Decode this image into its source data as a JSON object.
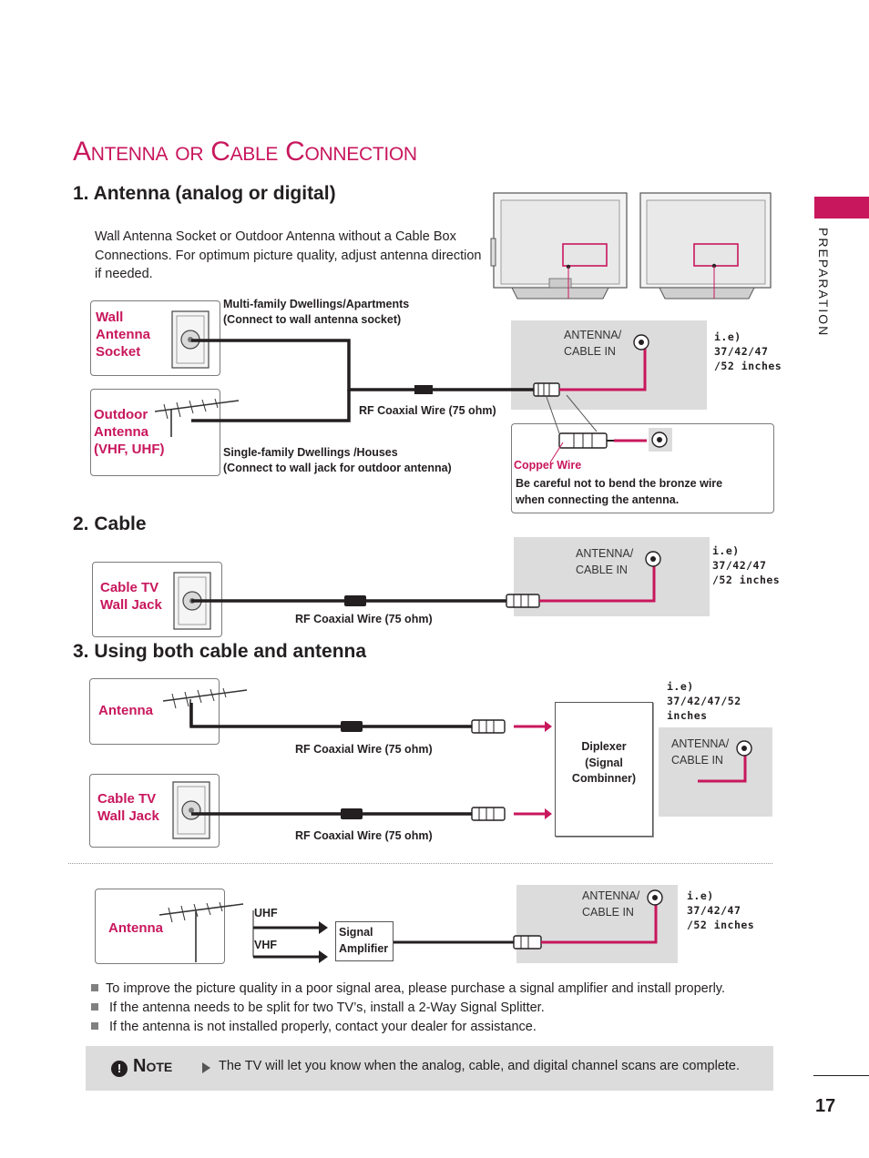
{
  "page_title": "Antenna or Cable Connection",
  "side_tab": "PREPARATION",
  "page_number": "17",
  "section1": {
    "heading": "1. Antenna (analog or digital)",
    "intro": "Wall Antenna Socket or Outdoor Antenna without a Cable Box Connections. For optimum picture quality, adjust antenna direction if needed.",
    "wall_socket_label": "Wall Antenna Socket",
    "outdoor_label": "Outdoor Antenna (VHF, UHF)",
    "multi_family_line1": "Multi-family Dwellings/Apartments",
    "multi_family_line2": "(Connect to wall antenna socket)",
    "single_family_line1": "Single-family Dwellings /Houses",
    "single_family_line2": "(Connect to wall jack for outdoor antenna)",
    "cable_label": "RF Coaxial Wire (75 ohm)",
    "tv_input_line1": "ANTENNA/",
    "tv_input_line2": "CABLE IN",
    "ie_line1": "i.e)",
    "ie_line2": "37/42/47",
    "ie_line3": "/52 inches",
    "copper_label": "Copper Wire",
    "copper_warning_line1": "Be careful not to bend the bronze wire",
    "copper_warning_line2": "when connecting the antenna."
  },
  "section2": {
    "heading": "2. Cable",
    "jack_label": "Cable TV Wall Jack",
    "cable_label": "RF Coaxial Wire (75 ohm)",
    "tv_input_line1": "ANTENNA/",
    "tv_input_line2": "CABLE IN",
    "ie_line1": "i.e)",
    "ie_line2": "37/42/47",
    "ie_line3": "/52 inches"
  },
  "section3": {
    "heading": "3. Using both cable and antenna",
    "antenna_label": "Antenna",
    "jack_label": "Cable TV Wall Jack",
    "cable_label_1": "RF Coaxial Wire (75 ohm)",
    "cable_label_2": "RF Coaxial Wire (75 ohm)",
    "diplexer_line1": "Diplexer",
    "diplexer_line2": "(Signal",
    "diplexer_line3": "Combinner)",
    "ie_line1": "i.e)",
    "ie_line2": "37/42/47/52",
    "ie_line3": "inches",
    "tv_input_line1": "ANTENNA/",
    "tv_input_line2": "CABLE IN"
  },
  "section4": {
    "antenna_label": "Antenna",
    "uhf": "UHF",
    "vhf": "VHF",
    "amp_line1": "Signal",
    "amp_line2": "Amplifier",
    "tv_input_line1": "ANTENNA/",
    "tv_input_line2": "CABLE IN",
    "ie_line1": "i.e)",
    "ie_line2": "37/42/47",
    "ie_line3": "/52 inches"
  },
  "bullets": [
    "To improve the picture quality in a poor signal area, please purchase a signal amplifier and install properly.",
    "If the antenna needs to be split for two TV’s, install a 2-Way Signal Splitter.",
    "If the antenna is not installed properly, contact your dealer for assistance."
  ],
  "note": {
    "icon": "!",
    "label": "Note",
    "text": "The TV will let you know when the analog, cable, and digital channel scans are complete."
  },
  "colors": {
    "accent": "#c8175d",
    "panel_grey": "#dcdcdd",
    "text": "#231f20"
  }
}
